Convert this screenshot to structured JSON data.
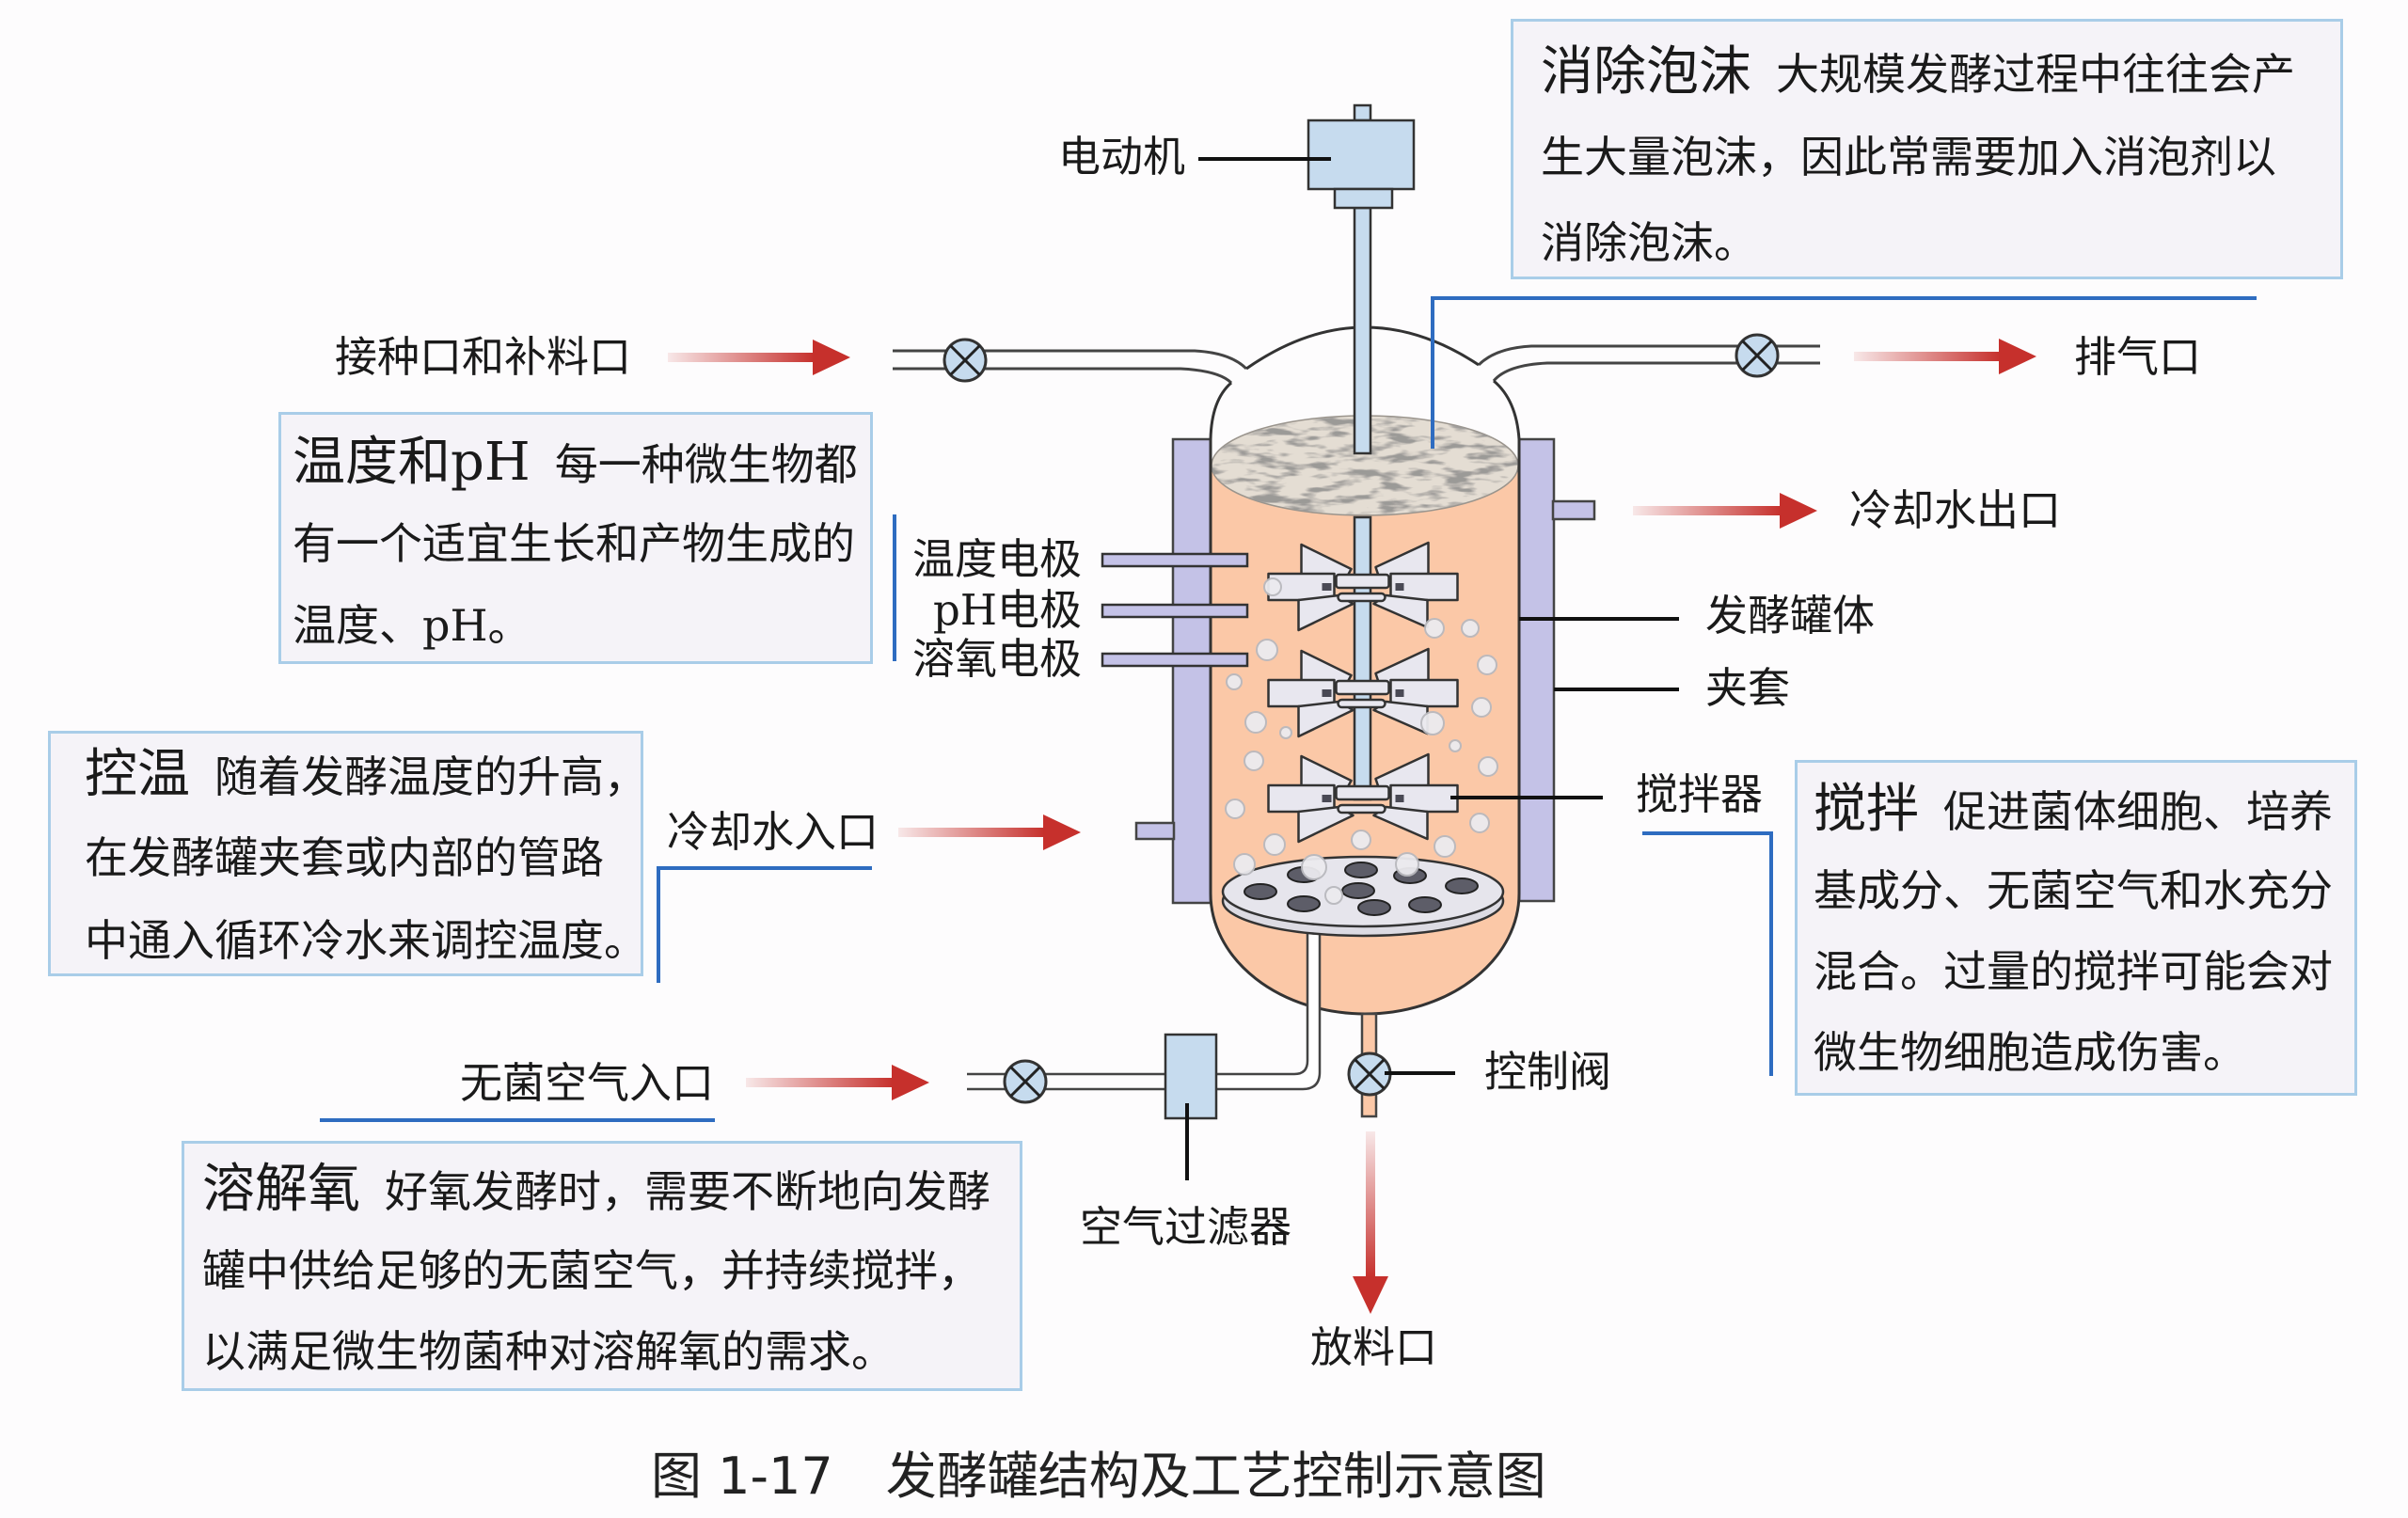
{
  "figure": {
    "number": "图 1-17",
    "title": "发酵罐结构及工艺控制示意图"
  },
  "labels": {
    "motor": "电动机",
    "inoculation_feed_port": "接种口和补料口",
    "exhaust_port": "排气口",
    "cooling_water_outlet": "冷却水出口",
    "temperature_electrode": "温度电极",
    "ph_electrode": "pH电极",
    "dissolved_oxygen_electrode": "溶氧电极",
    "fermenter_body": "发酵罐体",
    "jacket": "夹套",
    "agitator": "搅拌器",
    "cooling_water_inlet": "冷却水入口",
    "control_valve": "控制阀",
    "sterile_air_inlet": "无菌空气入口",
    "air_filter": "空气过滤器",
    "discharge_port": "放料口"
  },
  "callouts": {
    "defoaming": {
      "title": "消除泡沫",
      "lines": [
        "大规模发酵过程中往往会产",
        "生大量泡沫，因此常需要加入消泡剂以",
        "消除泡沫。"
      ]
    },
    "temperature_ph": {
      "title": "温度和pH",
      "lines": [
        "每一种微生物都",
        "有一个适宜生长和产物生成的",
        "温度、pH。"
      ]
    },
    "temperature_control": {
      "title": "控温",
      "lines": [
        "随着发酵温度的升高，",
        "在发酵罐夹套或内部的管路",
        "中通入循环冷水来调控温度。"
      ]
    },
    "dissolved_oxygen": {
      "title": "溶解氧",
      "lines": [
        "好氧发酵时，需要不断地向发酵",
        "罐中供给足够的无菌空气，并持续搅拌，",
        "以满足微生物菌种对溶解氧的需求。"
      ]
    },
    "agitation": {
      "title": "搅拌",
      "lines": [
        "促进菌体细胞、培养",
        "基成分、无菌空气和水充分",
        "混合。过量的搅拌可能会对",
        "微生物细胞造成伤害。"
      ]
    }
  },
  "icons": {
    "valve": "circle-with-x-valve-icon",
    "flow_arrow": "red-gradient-arrow-icon"
  },
  "colors": {
    "liquid": "#fbc8a7",
    "jacket": "#c4c2e7",
    "pipe-fill": "#c6dbee",
    "arrow": "#c6302c",
    "callout-line": "#2e6cc0",
    "callout-border": "#a9cde8",
    "callout-bg": "#f5f3f8",
    "foam": "#e4ddd3",
    "impeller": "#e8e7ef",
    "bubble": "#ecebef"
  }
}
